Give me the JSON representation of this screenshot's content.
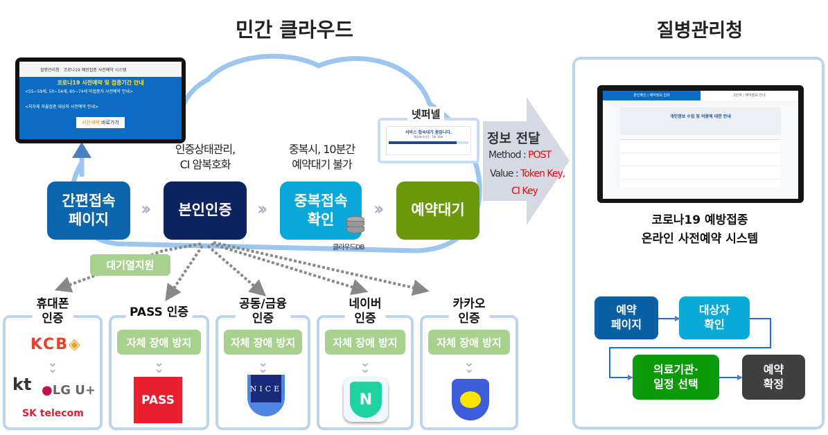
{
  "titles": {
    "private_cloud": "민간 클라우드",
    "kdca": "질병관리청"
  },
  "tablet": {
    "agency": "질병관리청",
    "system_name": "코로나19 예방접종 사전예약 시스템",
    "banner": "코로나19 사전예약 및 접종기간 안내",
    "section1": "<55~59세, 50~54세, 60~74세 미접종자 사전예약 안내>",
    "section2": "<지자체 자율접종 대상자 사전예약 안내>",
    "button_highlight": "사전예약",
    "button_rest": " 바로가기"
  },
  "flow": [
    {
      "label": "간편접속\n페이지",
      "color": "#0b66ae"
    },
    {
      "label": "본인인증",
      "color": "#0d2461"
    },
    {
      "label": "중복접속\n확인",
      "color": "#0aa8d8"
    },
    {
      "label": "예약대기",
      "color": "#6a9a0c"
    }
  ],
  "notes": {
    "auth": "인증상태관리,\nCI 암복호화",
    "dup": "중복시, 10분간\n예약대기 불가",
    "db": "클라우드DB"
  },
  "netfunnel": {
    "label": "넷퍼넬",
    "message": "서비스 접속대기 중입니다.",
    "wait": "예상대기시간 : 1분 16초",
    "progress": 0.85
  },
  "transfer": {
    "title": "정보 전달",
    "method_label": "Method : ",
    "method_value": "POST",
    "value_label": "Value : ",
    "value_value": "Token Key,",
    "value_value2": "CI Key",
    "accent": "#ff0000"
  },
  "queue_support": "대기열지원",
  "auth_cards": [
    {
      "title": "휴대폰\n인증",
      "logos": [
        "KCB",
        "kt",
        "LG U+",
        "SK telecom"
      ]
    },
    {
      "title": "PASS 인증",
      "pill": "자체 장애 방지",
      "logo": "PASS"
    },
    {
      "title": "공동/금융\n인증",
      "pill": "자체 장애 방지",
      "logo": "NICE"
    },
    {
      "title": "네이버\n인증",
      "pill": "자체 장애 방지",
      "logo": "N"
    },
    {
      "title": "카카오\n인증",
      "pill": "자체 장애 방지",
      "logo": "kakao"
    }
  ],
  "kdca_panel": {
    "monitor_tab1": "본인확인 | 예약정보 입력",
    "monitor_tab2": "2단계 | 예약정보 안내",
    "monitor_heading": "개인정보 수집 및 이용에 대한 안내",
    "caption": "코로나19 예방접종\n온라인 사전예약 시스템",
    "steps": [
      {
        "label": "예약\n페이지",
        "color": "#0b5fa3"
      },
      {
        "label": "대상자\n확인",
        "color": "#0aaad8"
      },
      {
        "label": "의료기관·\n일정 선택",
        "color": "#0a9a0a"
      },
      {
        "label": "예약\n확정",
        "color": "#404040"
      }
    ]
  }
}
